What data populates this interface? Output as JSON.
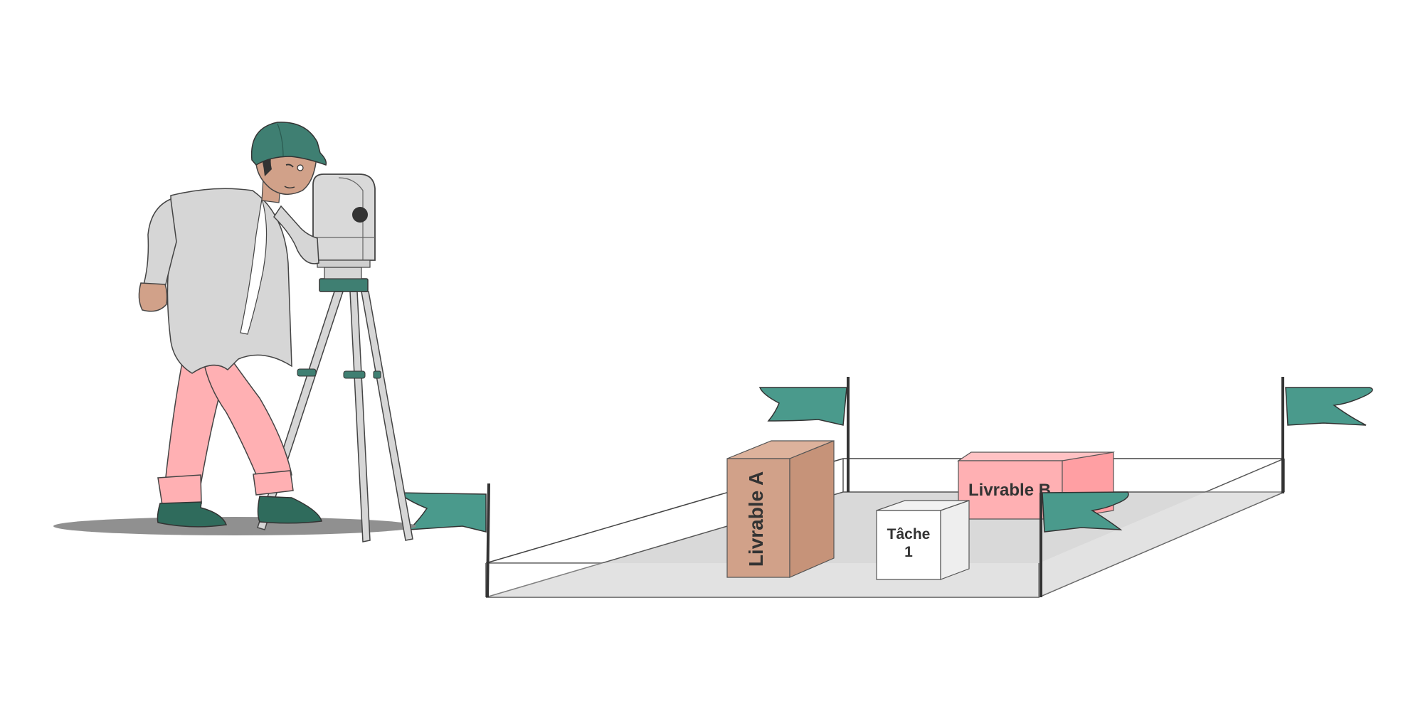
{
  "scene": {
    "boxes": {
      "livrable_a": "Livrable A",
      "livrable_b": "Livrable B",
      "tache_1": "Tâche\n1"
    }
  },
  "colors": {
    "background": "#ffffff",
    "flag_green": "#4a9a8c",
    "helmet_green": "#3f7f72",
    "pants_pink": "#ffb0b3",
    "box_a_brown": "#d1a189",
    "box_b_pink": "#ffb0b3",
    "plane_grey": "#d9d9d9",
    "shirt_grey": "#d6d6d6",
    "skin": "#d1a189",
    "shoe_green": "#2f6b5c",
    "shadow_grey": "#8a8a8a",
    "outline": "#333333"
  },
  "icons": [
    "surveyor-figure",
    "theodolite-icon",
    "tripod-icon",
    "flag-icon"
  ]
}
